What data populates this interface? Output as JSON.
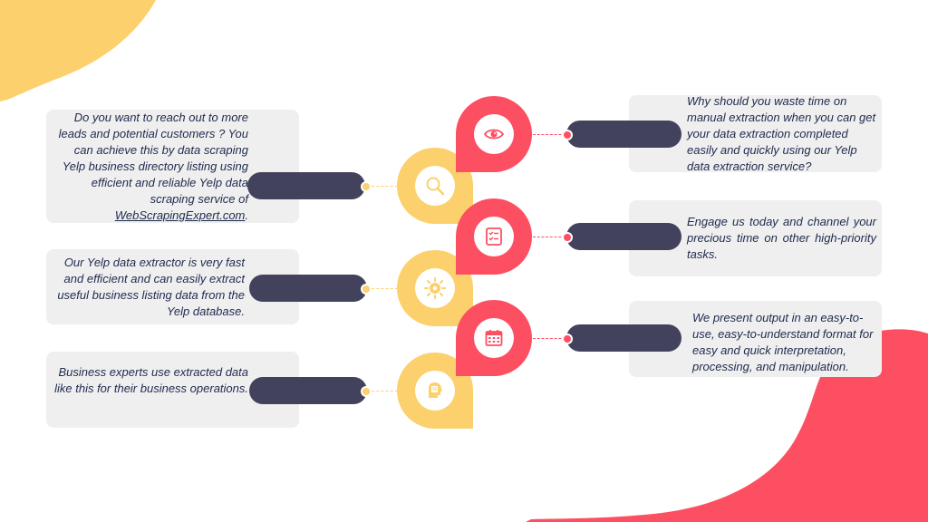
{
  "colors": {
    "yellow": "#fcd06c",
    "red": "#fd4f62",
    "pill": "#43425d",
    "card": "#efefef",
    "text": "#1f2a4d"
  },
  "left_items": [
    {
      "text": "Do you want to reach out to more leads and potential customers ? You can achieve this by data scraping Yelp business directory listing using efficient and reliable Yelp data scraping service of",
      "link": "WebScrapingExpert.com",
      "suffix": ".",
      "icon": "search-icon"
    },
    {
      "text": "Our Yelp data extractor is very fast and efficient and can easily extract useful business listing data from the Yelp database.",
      "icon": "gear-icon"
    },
    {
      "text": "Business experts use extracted data like this for their business operations.",
      "icon": "document-head-icon"
    }
  ],
  "right_items": [
    {
      "text": "Why should you waste time on manual extraction when you can get your data extraction completed easily and quickly using our Yelp data extraction service?",
      "icon": "eye-icon"
    },
    {
      "text": "Engage us today and channel your precious time on other high-priority tasks.",
      "icon": "checklist-icon"
    },
    {
      "text": "We present output in an easy-to-use, easy-to-understand format for easy and quick interpretation, processing, and manipulation.",
      "icon": "calendar-icon"
    }
  ]
}
